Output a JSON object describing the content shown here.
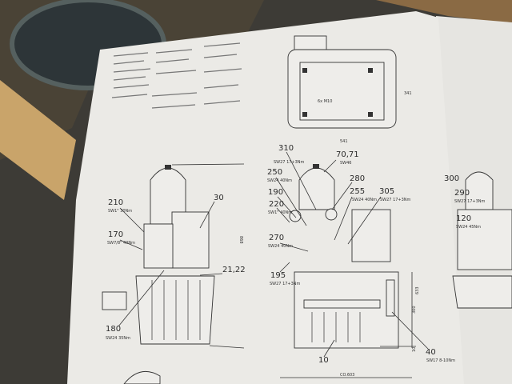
{
  "left_view": {
    "callouts": [
      {
        "num": "210",
        "spec": "SW1\" 30Nm"
      },
      {
        "num": "170",
        "spec": "SW7/8\" 40Nm"
      },
      {
        "num": "180",
        "spec": "SW24 35Nm"
      },
      {
        "num": "30",
        "spec": ""
      },
      {
        "num": "21,22",
        "spec": ""
      }
    ],
    "dimension": "868"
  },
  "center_view": {
    "callouts": [
      {
        "num": "310",
        "spec": "SW27 17+3Nm"
      },
      {
        "num": "70,71",
        "spec": "SW46"
      },
      {
        "num": "250",
        "spec": "SW24 40Nm"
      },
      {
        "num": "280",
        "spec": ""
      },
      {
        "num": "190",
        "spec": ""
      },
      {
        "num": "255",
        "spec": "SW24 40Nm"
      },
      {
        "num": "220",
        "spec": "SW1\" 40Nm"
      },
      {
        "num": "305",
        "spec": "SW27 17+3Nm"
      },
      {
        "num": "270",
        "spec": "SW24 40Nm"
      },
      {
        "num": "195",
        "spec": "SW27 17+3Nm"
      },
      {
        "num": "10",
        "spec": ""
      },
      {
        "num": "40",
        "spec": "SW17 8-10Nm"
      }
    ],
    "dimensions": [
      "633",
      "300",
      "10",
      "CO.603"
    ]
  },
  "top_view": {
    "label": "6x M10",
    "dimension_width": "541",
    "dimension_height": "341"
  },
  "right_view": {
    "callouts": [
      {
        "num": "300",
        "spec": ""
      },
      {
        "num": "290",
        "spec": "SW27 17+3Nm"
      },
      {
        "num": "120",
        "spec": "SW24 45Nm"
      }
    ]
  }
}
